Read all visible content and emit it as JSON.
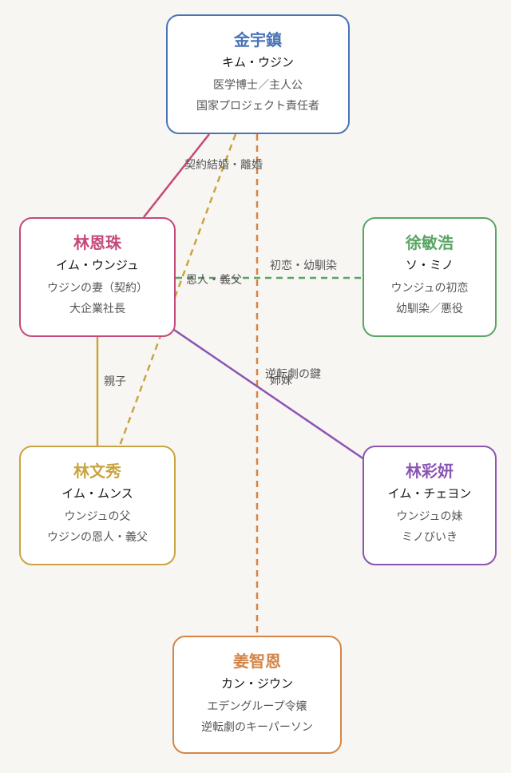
{
  "colors": {
    "blue": "#4a74b8",
    "pink": "#c4497a",
    "green": "#5aa564",
    "gold": "#c9a441",
    "purple": "#8b55b3",
    "orange": "#d58548"
  },
  "nodes": {
    "kim": {
      "name": "金宇鎮",
      "reading": "キム・ウジン",
      "line1": "医学博士／主人公",
      "line2": "国家プロジェクト責任者"
    },
    "eunju": {
      "name": "林恩珠",
      "reading": "イム・ウンジュ",
      "line1": "ウジンの妻（契約）",
      "line2": "大企業社長"
    },
    "so": {
      "name": "徐敏浩",
      "reading": "ソ・ミノ",
      "line1": "ウンジュの初恋",
      "line2": "幼馴染／悪役"
    },
    "munsu": {
      "name": "林文秀",
      "reading": "イム・ムンス",
      "line1": "ウンジュの父",
      "line2": "ウジンの恩人・義父"
    },
    "chaeyeon": {
      "name": "林彩妍",
      "reading": "イム・チェヨン",
      "line1": "ウンジュの妹",
      "line2": "ミノびいき"
    },
    "jiun": {
      "name": "姜智恩",
      "reading": "カン・ジウン",
      "line1": "エデングループ令嬢",
      "line2": "逆転劇のキーパーソン"
    }
  },
  "edges": {
    "contract": "契約結婚・離婚",
    "benefactor": "恩人・義父",
    "firstlove": "初恋・幼馴染",
    "parent": "親子",
    "sisters": "姉妹",
    "key": "逆転劇の鍵"
  }
}
